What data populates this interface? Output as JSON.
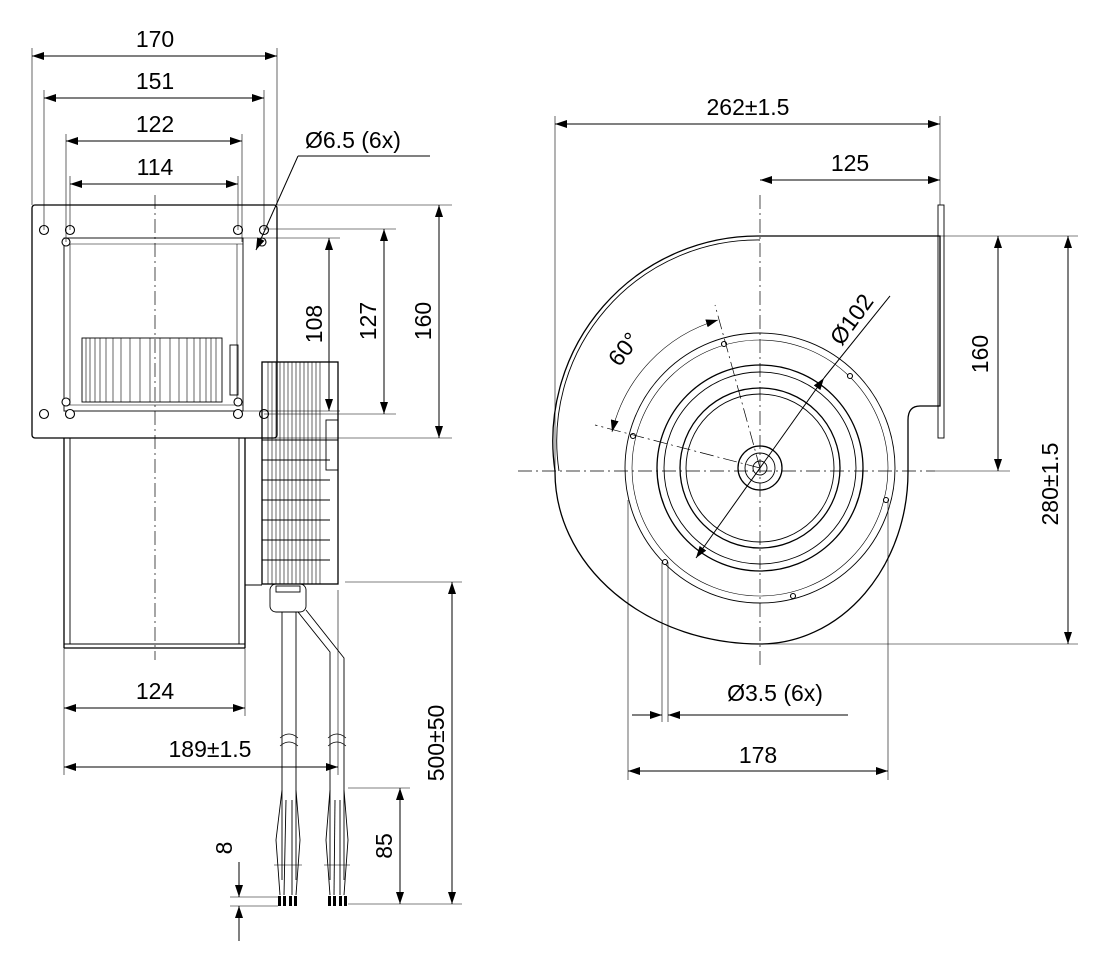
{
  "side_view": {
    "dimensions": {
      "width_overall": "170",
      "width_flange": "151",
      "width_holes_outer": "122",
      "width_holes_inner": "114",
      "hole_callout": "Ø6.5 (6x)",
      "height_outlet": "108",
      "height_holes": "127",
      "height_flange": "160",
      "housing_width": "124",
      "overall_depth": "189±1.5",
      "cable_length": "500±50",
      "strip_length": "85",
      "wire_end": "8"
    }
  },
  "front_view": {
    "dimensions": {
      "overall_width": "262±1.5",
      "center_to_outlet": "125",
      "outlet_height": "160",
      "overall_height": "280±1.5",
      "impeller_diameter": "Ø102",
      "angle": "60°",
      "mount_holes": "Ø3.5 (6x)",
      "mount_width": "178"
    }
  }
}
